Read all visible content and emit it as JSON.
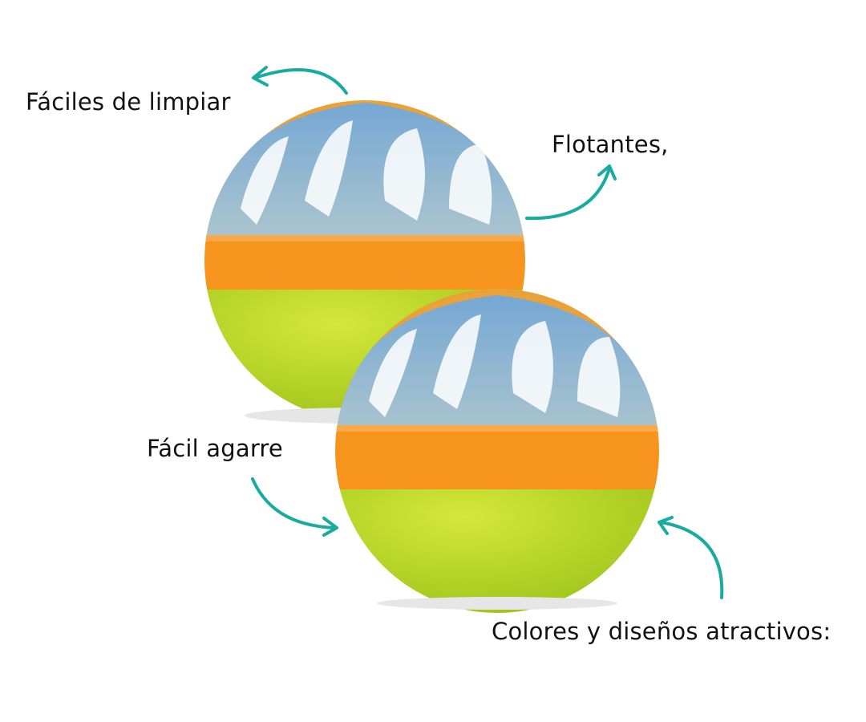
{
  "labels": {
    "easy_clean": "Fáciles de limpiar",
    "floating": "Flotantes,",
    "easy_grip": "Fácil agarre",
    "colors_designs": "Colores y diseños atractivos:"
  },
  "colors": {
    "arrow": "#1aaba0",
    "cage_blue": "#7fb3d9",
    "band_orange": "#f7941d",
    "body_green": "#b5d62a"
  }
}
